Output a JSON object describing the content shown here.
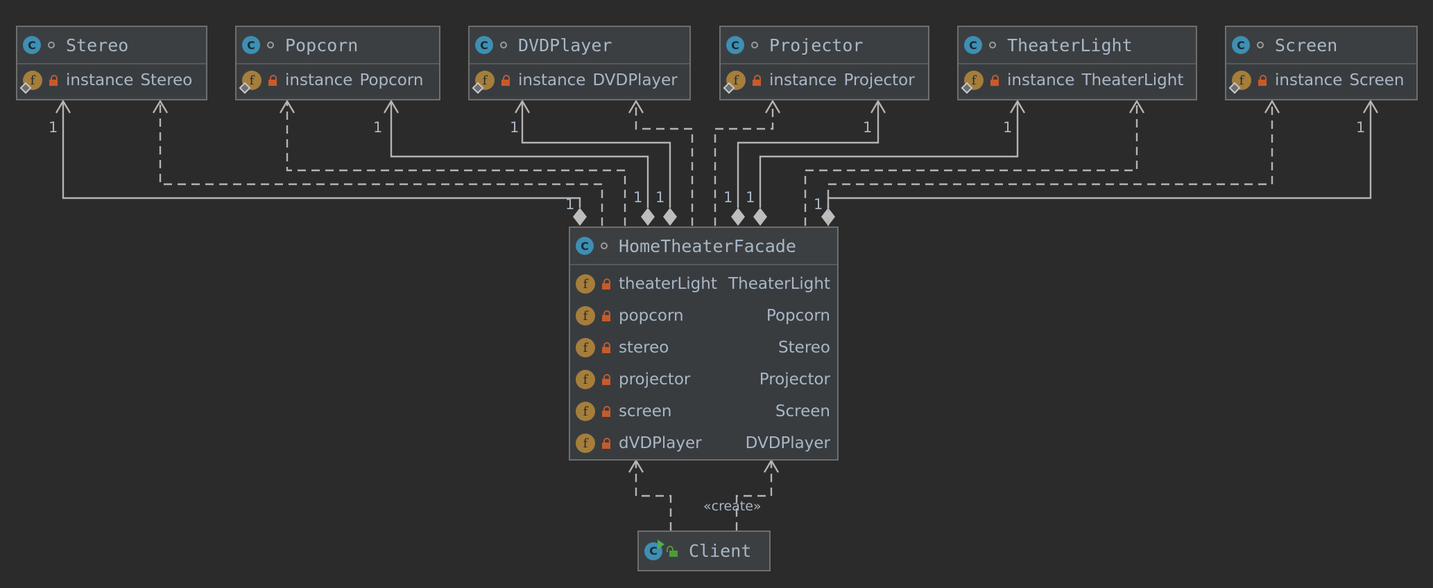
{
  "diagram": {
    "type": "UML class diagram",
    "classes": [
      {
        "name": "Stereo",
        "fields": [
          {
            "name": "instance",
            "type": "Stereo",
            "modifier": "private static final"
          }
        ]
      },
      {
        "name": "Popcorn",
        "fields": [
          {
            "name": "instance",
            "type": "Popcorn",
            "modifier": "private static final"
          }
        ]
      },
      {
        "name": "DVDPlayer",
        "fields": [
          {
            "name": "instance",
            "type": "DVDPlayer",
            "modifier": "private static final"
          }
        ]
      },
      {
        "name": "Projector",
        "fields": [
          {
            "name": "instance",
            "type": "Projector",
            "modifier": "private static final"
          }
        ]
      },
      {
        "name": "TheaterLight",
        "fields": [
          {
            "name": "instance",
            "type": "TheaterLight",
            "modifier": "private static final"
          }
        ]
      },
      {
        "name": "Screen",
        "fields": [
          {
            "name": "instance",
            "type": "Screen",
            "modifier": "private static final"
          }
        ]
      }
    ],
    "facade": {
      "name": "HomeTheaterFacade",
      "fields": [
        {
          "name": "theaterLight",
          "type": "TheaterLight"
        },
        {
          "name": "popcorn",
          "type": "Popcorn"
        },
        {
          "name": "stereo",
          "type": "Stereo"
        },
        {
          "name": "projector",
          "type": "Projector"
        },
        {
          "name": "screen",
          "type": "Screen"
        },
        {
          "name": "dVDPlayer",
          "type": "DVDPlayer"
        }
      ]
    },
    "client": {
      "name": "Client",
      "visibility": "public",
      "runnable": true
    },
    "relations": [
      {
        "from": "HomeTheaterFacade",
        "to": "Stereo",
        "kind": "composition",
        "multiplicity_source": "1",
        "multiplicity_target": "1"
      },
      {
        "from": "HomeTheaterFacade",
        "to": "Stereo",
        "kind": "dependency"
      },
      {
        "from": "HomeTheaterFacade",
        "to": "Popcorn",
        "kind": "dependency"
      },
      {
        "from": "HomeTheaterFacade",
        "to": "Popcorn",
        "kind": "composition",
        "multiplicity_source": "1",
        "multiplicity_target": "1"
      },
      {
        "from": "HomeTheaterFacade",
        "to": "DVDPlayer",
        "kind": "composition",
        "multiplicity_source": "1",
        "multiplicity_target": "1"
      },
      {
        "from": "HomeTheaterFacade",
        "to": "DVDPlayer",
        "kind": "dependency"
      },
      {
        "from": "HomeTheaterFacade",
        "to": "Projector",
        "kind": "dependency"
      },
      {
        "from": "HomeTheaterFacade",
        "to": "Projector",
        "kind": "composition",
        "multiplicity_source": "1",
        "multiplicity_target": "1"
      },
      {
        "from": "HomeTheaterFacade",
        "to": "TheaterLight",
        "kind": "composition",
        "multiplicity_source": "1",
        "multiplicity_target": "1"
      },
      {
        "from": "HomeTheaterFacade",
        "to": "TheaterLight",
        "kind": "dependency"
      },
      {
        "from": "HomeTheaterFacade",
        "to": "Screen",
        "kind": "dependency"
      },
      {
        "from": "HomeTheaterFacade",
        "to": "Screen",
        "kind": "composition",
        "multiplicity_source": "1",
        "multiplicity_target": "1"
      },
      {
        "from": "Client",
        "to": "HomeTheaterFacade",
        "kind": "dependency"
      },
      {
        "from": "Client",
        "to": "HomeTheaterFacade",
        "kind": "dependency",
        "label": "«create»"
      }
    ],
    "multiplicity_label": "1",
    "create_label": "«create»",
    "icons": {
      "class": "C",
      "field": "f"
    },
    "colors": {
      "background": "#2b2b2b",
      "box": "#3c3f41",
      "border": "#6e6e6e",
      "text": "#a9b7c6",
      "class_icon": "#3d8fb3",
      "field_icon": "#a57e3b",
      "private_lock": "#c75a2b",
      "public_lock": "#4e9a3a",
      "line": "#b4b4b4"
    }
  }
}
